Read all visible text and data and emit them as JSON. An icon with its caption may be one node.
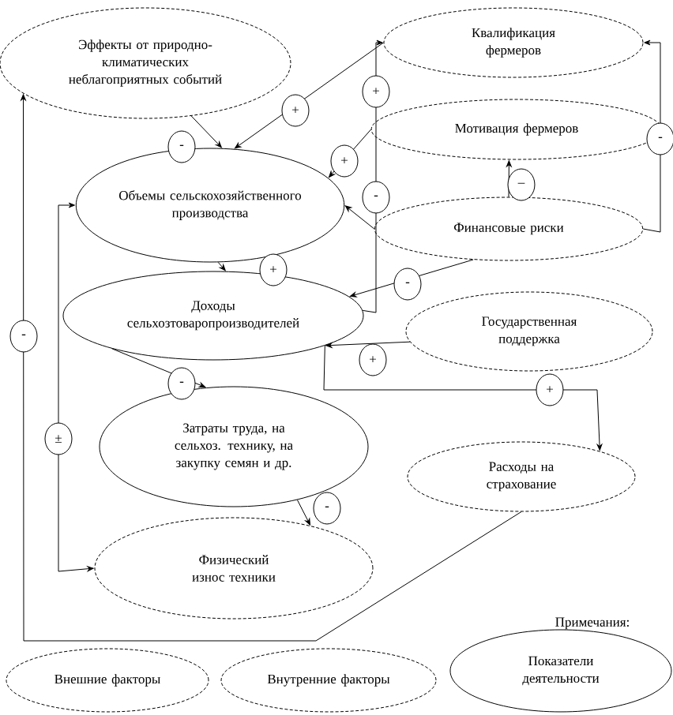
{
  "diagram": {
    "nodes": [
      {
        "text": [
          "Эффекты от природно-климатических неблагоприятных событий"
        ]
      },
      {
        "text": [
          "Квалификация фермеров"
        ]
      },
      {
        "text": [
          "Мотивация фермеров"
        ]
      },
      {
        "text": [
          "Объемы сельскохозяйственного производства"
        ]
      },
      {
        "text": [
          "Финансовые риски"
        ]
      },
      {
        "text": [
          "Доходы сельхозтоваропроизводителей"
        ]
      },
      {
        "text": [
          "Государственная поддержка"
        ]
      },
      {
        "text": [
          "Затраты труда, на сельхоз. технику, на закупку семян и др."
        ]
      },
      {
        "text": [
          "Расходы на страхование"
        ]
      },
      {
        "text": [
          "Физический износ техники"
        ]
      },
      {
        "text": [
          "Внешние факторы"
        ]
      },
      {
        "text": [
          "Внутренние факторы"
        ]
      },
      {
        "text": [
          "Показатели деятельности"
        ]
      }
    ],
    "edges": [
      {
        "from": 0,
        "to": 3,
        "arrow": "to",
        "label": "-"
      },
      {
        "from": 1,
        "to": 3,
        "arrow": "to",
        "label": "+"
      },
      {
        "from": 2,
        "to": 3,
        "arrow": "to",
        "label": "+"
      },
      {
        "from": 4,
        "to": 3,
        "arrow": "to"
      },
      {
        "from": 4,
        "to": 2,
        "arrow": "to",
        "label": "–"
      },
      {
        "from": 4,
        "to": 1,
        "arrow": "to",
        "label": "-"
      },
      {
        "from": 3,
        "to": 5,
        "arrow": "to",
        "label": "+"
      },
      {
        "from": 4,
        "to": 5,
        "arrow": "to",
        "label": "-"
      },
      {
        "from": 5,
        "to": 1,
        "arrow": "to",
        "label": "+"
      },
      {
        "from": 5,
        "to": 7,
        "arrow": "to",
        "label": "-"
      },
      {
        "from": 5,
        "to": 8,
        "arrow": "to",
        "label": "+"
      },
      {
        "from": 6,
        "to": 5,
        "arrow": "to",
        "label": "+"
      },
      {
        "from": 7,
        "to": 9,
        "arrow": "to",
        "label": "-"
      },
      {
        "from": 3,
        "to": 9,
        "arrow": "both",
        "label": "±"
      },
      {
        "from": 8,
        "to": 0,
        "arrow": "to",
        "label": "-"
      }
    ],
    "labels": [
      "-",
      "Примечания:"
    ]
  }
}
